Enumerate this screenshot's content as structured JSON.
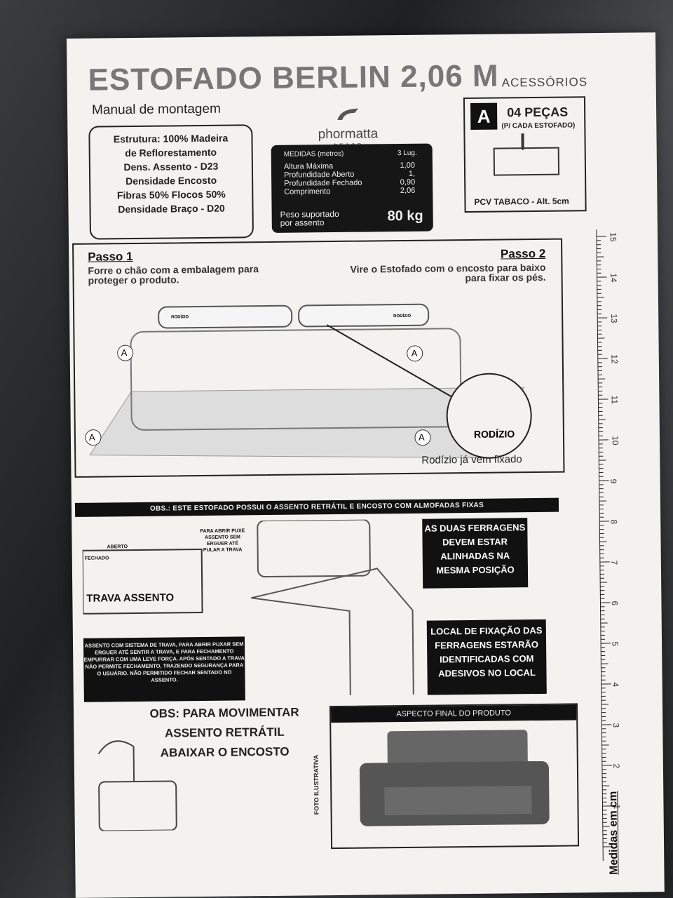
{
  "header": {
    "title": "ESTOFADO BERLIN 2,06 M",
    "subtitle": "Manual de montagem"
  },
  "logo": {
    "name": "phormatta",
    "tag": "DECOR"
  },
  "specs": [
    "Estrutura: 100% Madeira",
    "de Reflorestamento",
    "Dens. Assento - D23",
    "Densidade Encosto",
    "Fibras 50% Flocos 50%",
    "Densidade Braço - D20"
  ],
  "measures": {
    "header_left": "MEDIDAS (metros)",
    "header_right": "3 Lug.",
    "rows": [
      {
        "label": "Altura Máxima",
        "value": "1,00"
      },
      {
        "label": "Profundidade Aberto",
        "value": "1,"
      },
      {
        "label": "Profundidade Fechado",
        "value": "0,90"
      },
      {
        "label": "Comprimento",
        "value": "2,06"
      }
    ],
    "peso_label": "Peso suportado por assento",
    "peso_value": "80 kg"
  },
  "accessories": {
    "heading": "ACESSÓRIOS",
    "letter": "A",
    "count": "04 PEÇAS",
    "per": "(P/ CADA ESTOFADO)",
    "item": "PCV TABACO - Alt. 5cm"
  },
  "steps": {
    "step1_title": "Passo 1",
    "step1_desc": "Forre o chão com a embalagem para proteger o produto.",
    "step2_title": "Passo 2",
    "step2_desc": "Vire o Estofado com o encosto para baixo para fixar os pés.",
    "marker": "A",
    "caster_label": "RODÍZIO",
    "caster_small": "RODÍZIO",
    "caster_note": "Rodízio já vem fixado"
  },
  "obs_bar": "OBS.: ESTE ESTOFADO POSSUI O ASSENTO RETRÁTIL E ENCOSTO COM ALMOFADAS FIXAS",
  "seat": {
    "para_abrir": "PARA ABRIR PUXE ASSENTO SEM ERGUER ATÉ PULAR A TRAVA",
    "aberto": "ABERTO",
    "fechado": "FECHADO",
    "trava": "TRAVA ASSENTO",
    "trava_text": "ASSENTO COM SISTEMA DE TRAVA, PARA ABRIR PUXAR SEM ERGUER ATÉ SENTIR A TRAVA, E PARA FECHAMENTO EMPURRAR COM UMA LEVE FORÇA. APÓS SENTADO A TRAVA NÃO PERMITE FECHAMENTO, TRAZENDO SEGURANÇA PARA O USUÁRIO. NÃO PERMITIDO FECHAR SENTADO NO ASSENTO."
  },
  "ferragens": {
    "box1": "AS DUAS FERRAGENS DEVEM ESTAR ALINHADAS NA MESMA POSIÇÃO",
    "box2": "LOCAL DE FIXAÇÃO DAS FERRAGENS ESTARÃO IDENTIFICADAS COM ADESIVOS NO LOCAL"
  },
  "obs2": "OBS: PARA MOVIMENTAR ASSENTO RETRÁTIL ABAIXAR O ENCOSTO",
  "final": {
    "title": "ASPECTO FINAL DO PRODUTO",
    "foto": "FOTO ILUSTRATIVA"
  },
  "ruler": {
    "numbers": [
      "15",
      "14",
      "13",
      "12",
      "11",
      "10",
      "9",
      "8",
      "7",
      "6",
      "5",
      "4",
      "3",
      "2",
      "1"
    ],
    "label": "Medidas em cm"
  }
}
